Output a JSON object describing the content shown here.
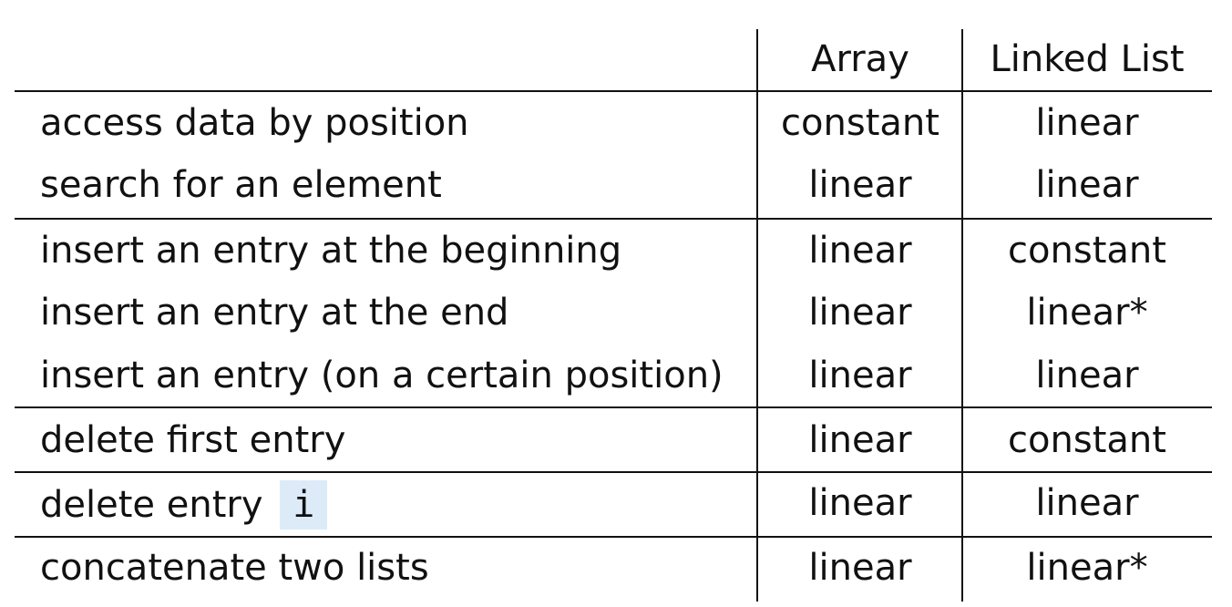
{
  "header": {
    "col_array": "Array",
    "col_linked": "Linked List"
  },
  "rows": [
    {
      "operation": "access data by position",
      "array": "constant",
      "linked": "linear"
    },
    {
      "operation": "search for an element",
      "array": "linear",
      "linked": "linear"
    },
    {
      "operation": "insert an entry at the beginning",
      "array": "linear",
      "linked": "constant"
    },
    {
      "operation": "insert an entry at the end",
      "array": "linear",
      "linked": "linear*"
    },
    {
      "operation": "insert an entry (on a certain position)",
      "array": "linear",
      "linked": "linear"
    },
    {
      "operation": "delete first entry",
      "array": "linear",
      "linked": "constant"
    },
    {
      "operation": "delete entry",
      "code": "i",
      "array": "linear",
      "linked": "linear"
    },
    {
      "operation": "concatenate two lists",
      "array": "linear",
      "linked": "linear*"
    }
  ],
  "colors": {
    "text": "#111111",
    "code_highlight": "#dcebf7",
    "background": "#ffffff"
  }
}
